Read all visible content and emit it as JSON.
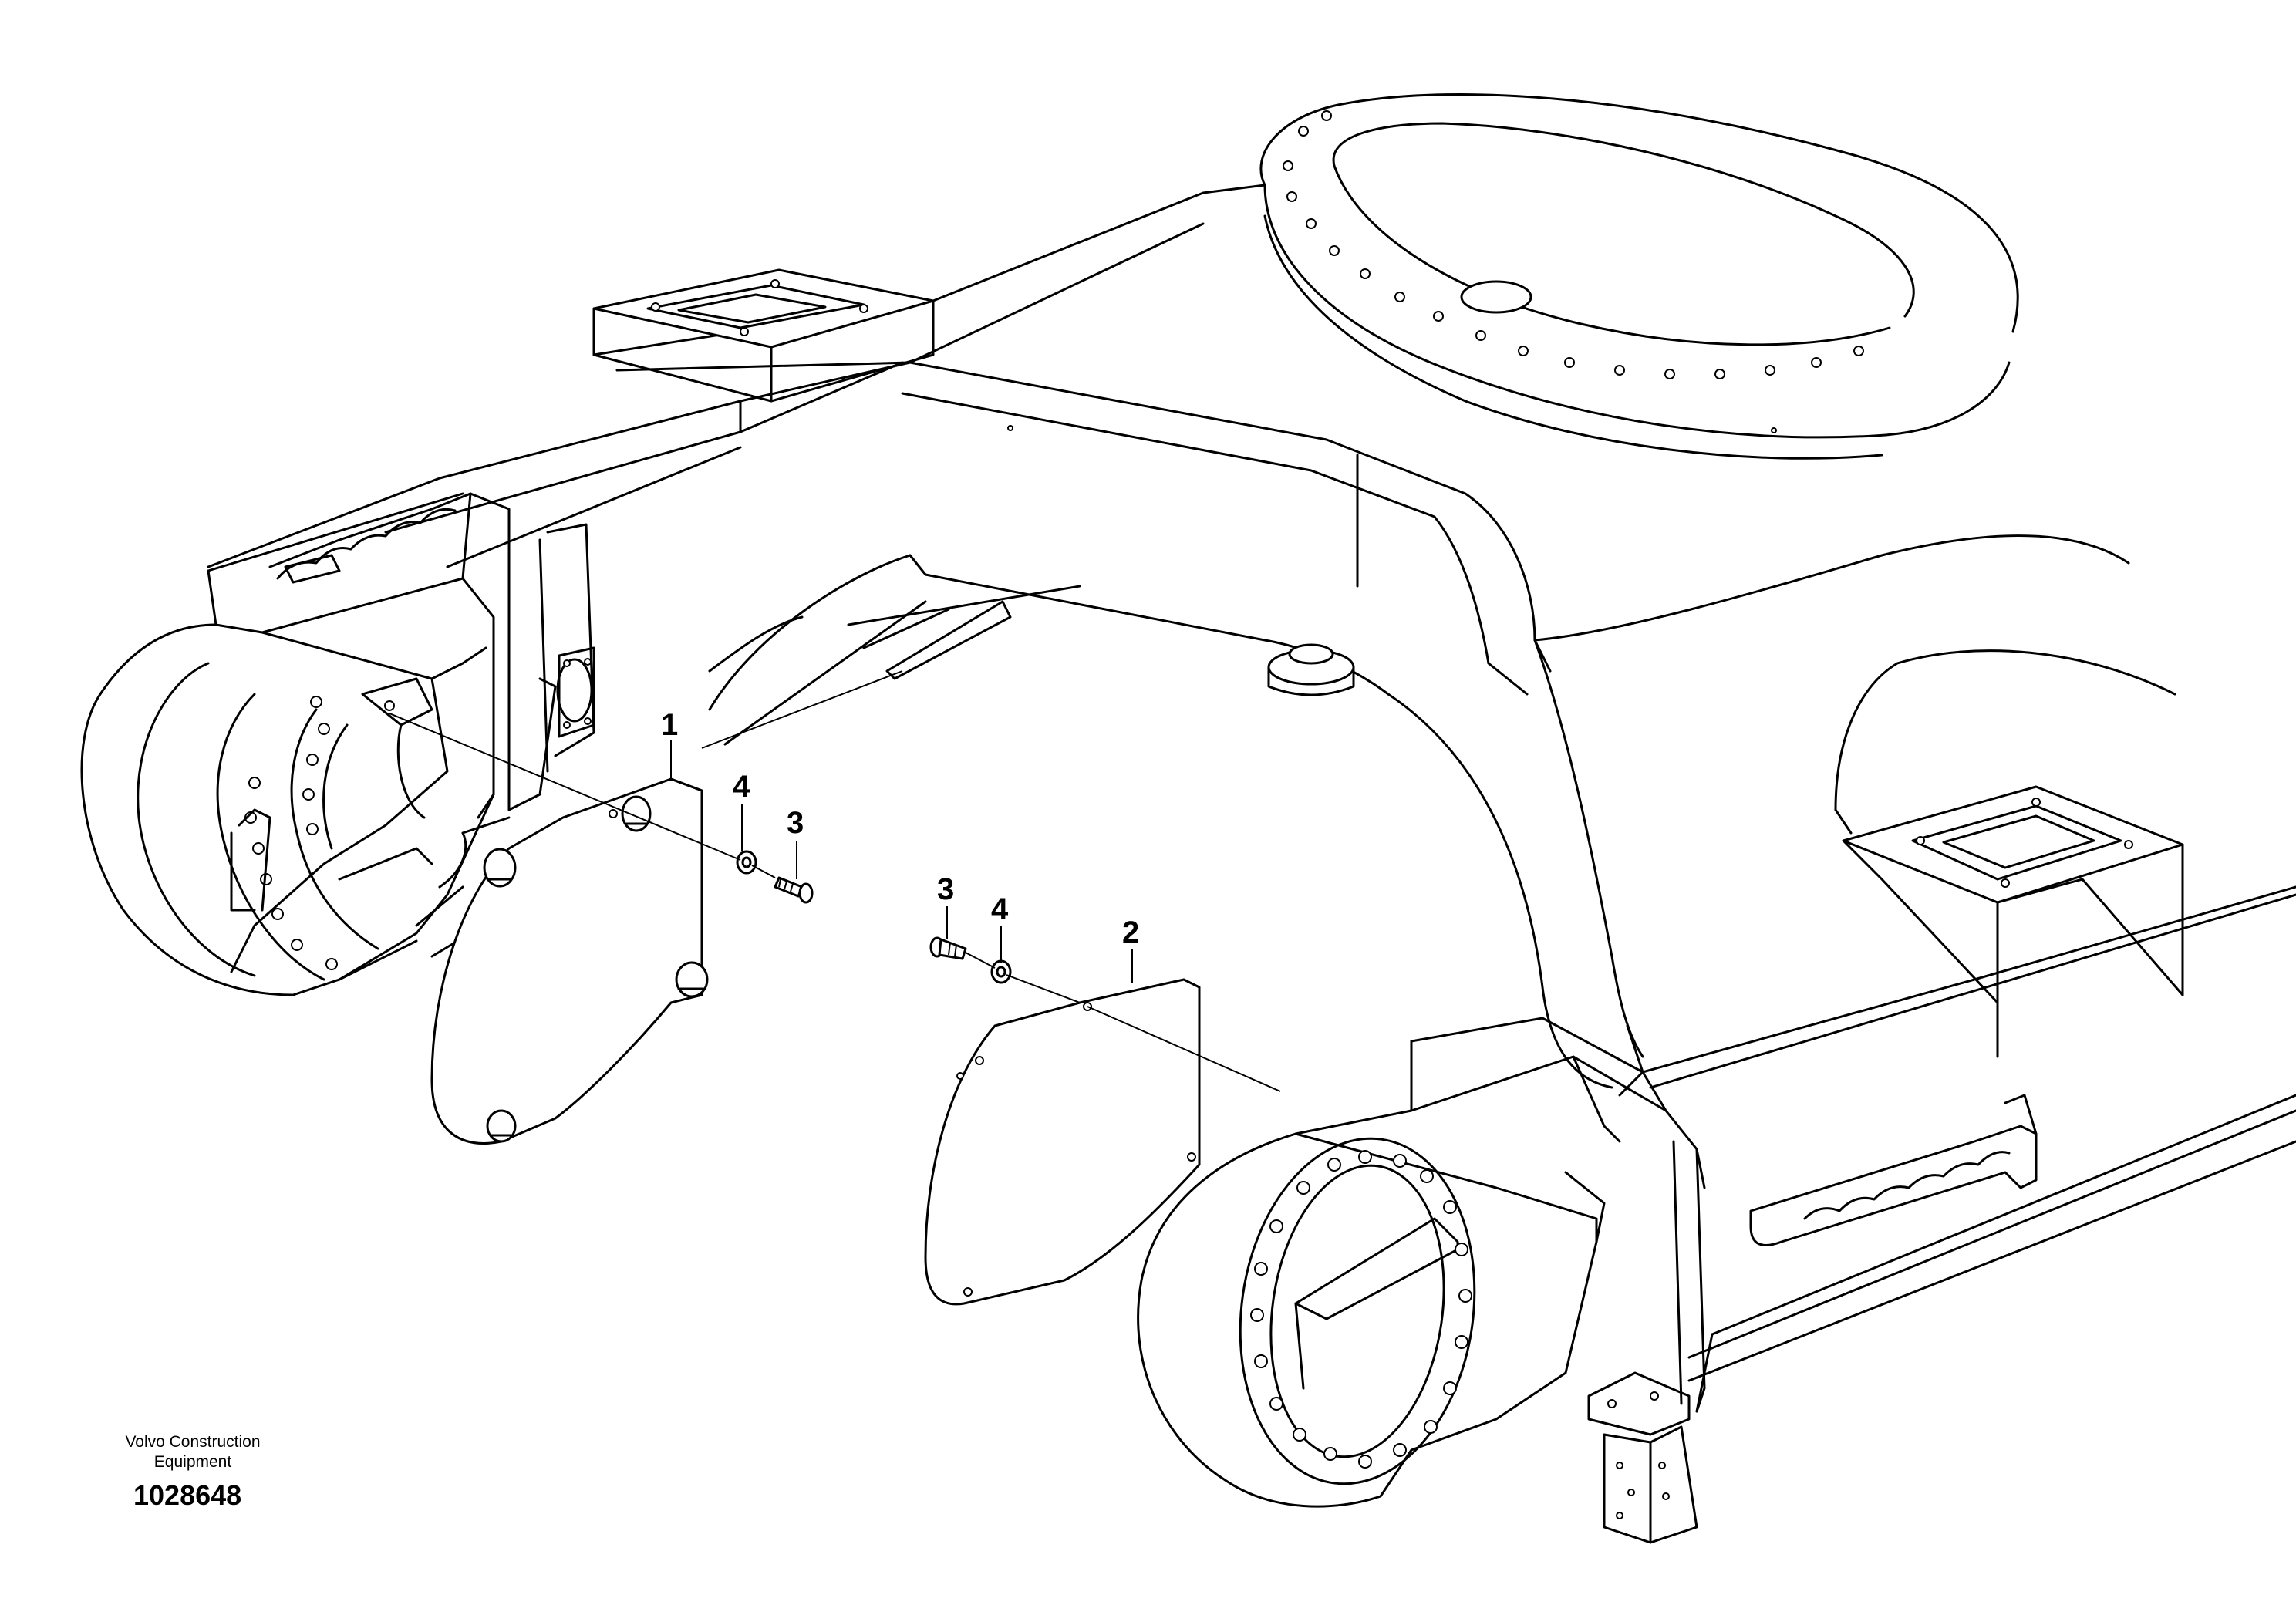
{
  "publisher": {
    "line1": "Volvo Construction",
    "line2": "Equipment"
  },
  "drawing_number": "1028648",
  "callouts": {
    "part_1": "1",
    "part_2": "2",
    "left_screw": "3",
    "left_washer": "4",
    "right_screw": "3",
    "right_washer": "4"
  }
}
